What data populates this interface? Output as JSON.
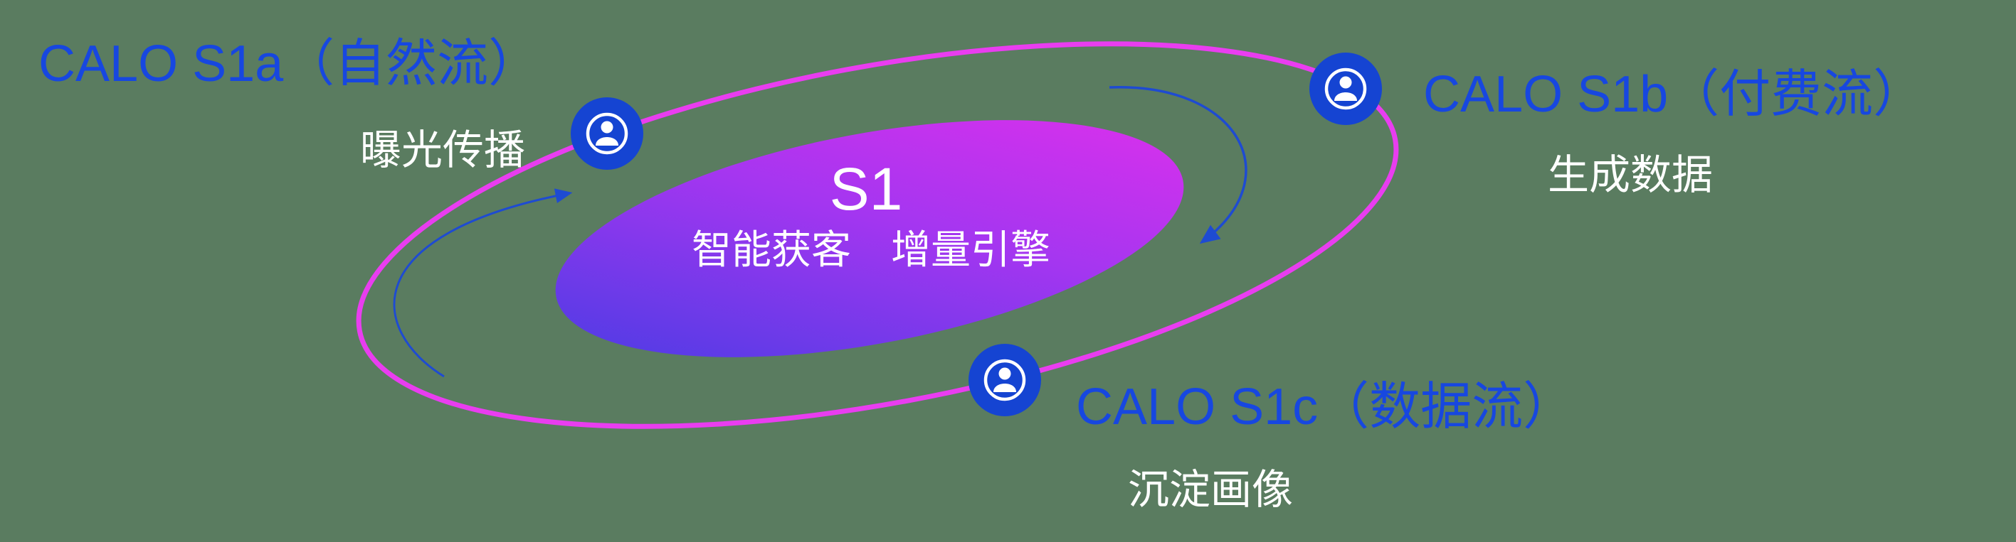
{
  "center": {
    "title": "S1",
    "subtitle": "智能获客　增量引擎"
  },
  "nodes": [
    {
      "id": "s1a",
      "label": "CALO S1a（自然流）",
      "sublabel": "曝光传播"
    },
    {
      "id": "s1b",
      "label": "CALO S1b（付费流）",
      "sublabel": "生成数据"
    },
    {
      "id": "s1c",
      "label": "CALO S1c（数据流）",
      "sublabel": "沉淀画像"
    }
  ],
  "icons": {
    "node": "user-icon"
  },
  "colors": {
    "background": "#5a7c60",
    "label_blue": "#1747e0",
    "node_blue": "#1544d2",
    "arrow_blue": "#1e4bd2",
    "orbit_magenta": "#e93df0",
    "core_gradient_start": "#4b3ce4",
    "core_gradient_mid": "#a336f0",
    "core_gradient_end": "#dc30ec",
    "text_white": "#ffffff"
  }
}
